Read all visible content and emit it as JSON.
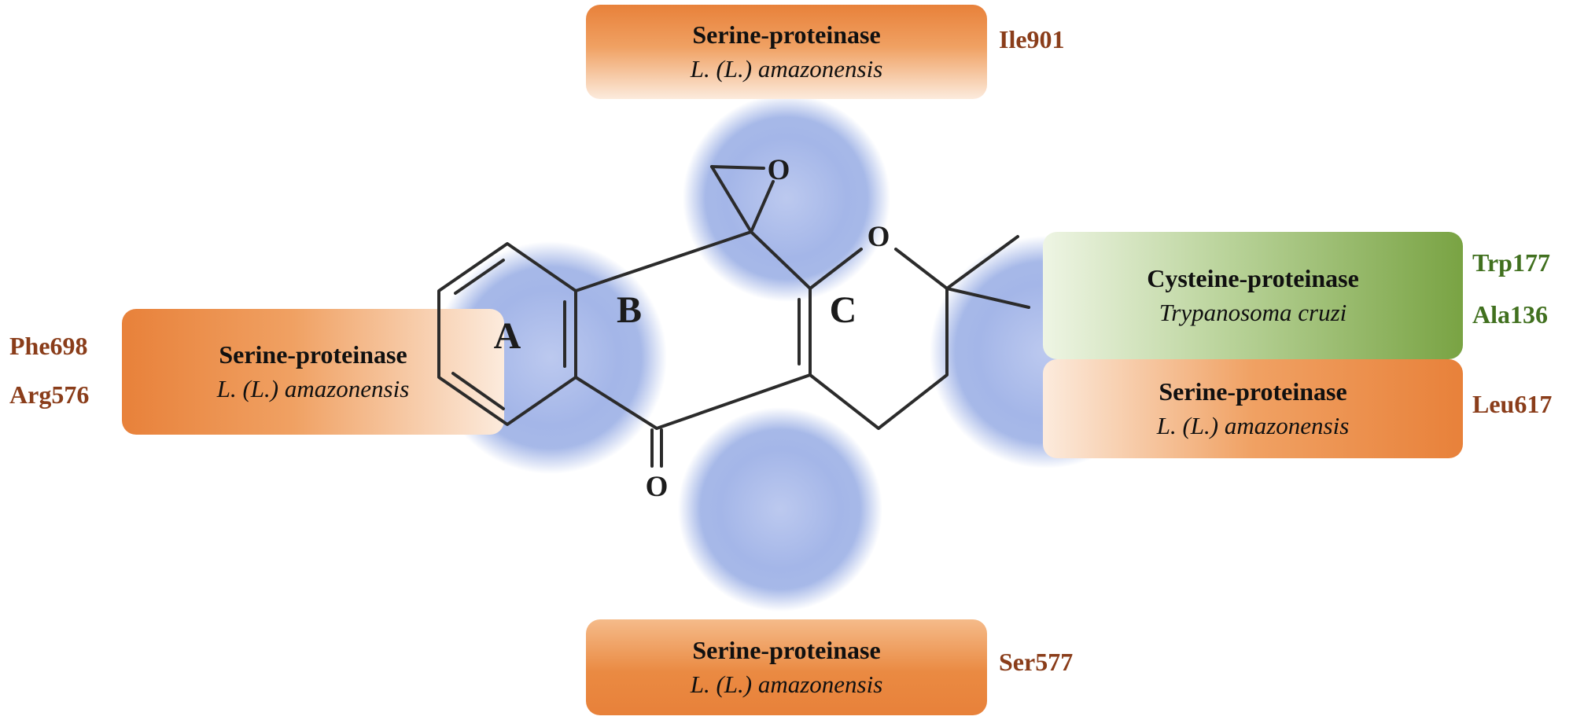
{
  "figure": {
    "boxes": {
      "top": {
        "title": "Serine-proteinase",
        "species": "L. (L.) amazonensis",
        "residues": [
          "Ile901"
        ]
      },
      "left": {
        "title": "Serine-proteinase",
        "species": "L. (L.) amazonensis",
        "residues": [
          "Phe698",
          "Arg576"
        ]
      },
      "right_green": {
        "title": "Cysteine-proteinase",
        "species": "Trypanosoma cruzi",
        "residues": [
          "Trp177",
          "Ala136"
        ]
      },
      "right_orange": {
        "title": "Serine-proteinase",
        "species": "L. (L.) amazonensis",
        "residues": [
          "Leu617"
        ]
      },
      "bottom": {
        "title": "Serine-proteinase",
        "species": "L. (L.) amazonensis",
        "residues": [
          "Ser577"
        ]
      }
    },
    "molecule": {
      "ring_labels": [
        "A",
        "B",
        "C"
      ],
      "atoms": {
        "epoxide_oxygen": "O",
        "pyran_oxygen": "O",
        "ketone_oxygen": "O"
      }
    },
    "colors": {
      "orange_strong": "#e8813a",
      "orange_pale": "#fcebdd",
      "green_strong": "#79a343",
      "green_pale": "#eef5e4",
      "residue_brown": "#8a3d1a",
      "residue_green": "#41701f",
      "highlight_blue": "#a2b5e7",
      "bond": "#2b2b2b"
    }
  }
}
